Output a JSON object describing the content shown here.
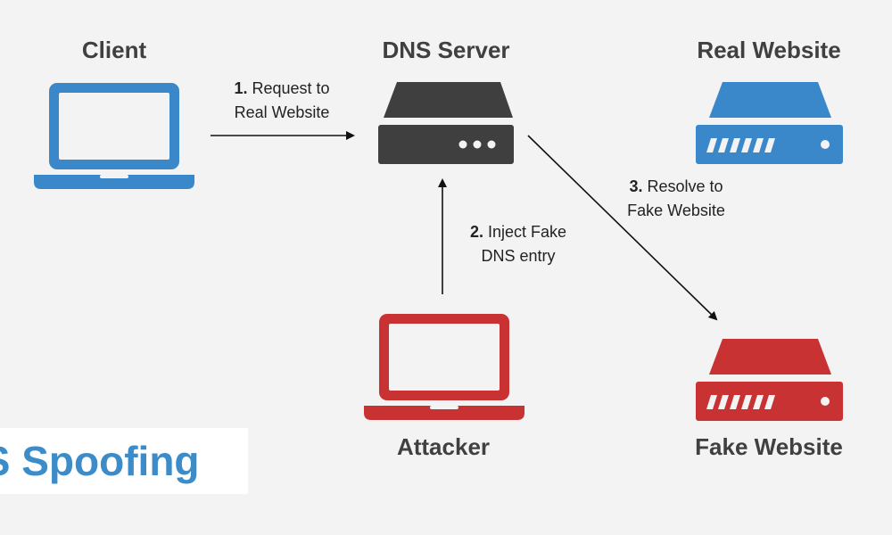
{
  "nodes": {
    "client": "Client",
    "dns_server": "DNS Server",
    "real_website": "Real Website",
    "attacker": "Attacker",
    "fake_website": "Fake Website"
  },
  "steps": {
    "s1": {
      "number": "1.",
      "line1": "Request to",
      "line2": "Real Website"
    },
    "s2": {
      "number": "2.",
      "line1": "Inject Fake",
      "line2": "DNS entry"
    },
    "s3": {
      "number": "3.",
      "line1": "Resolve to",
      "line2": "Fake Website"
    }
  },
  "title": "IS Spoofing",
  "colors": {
    "client_blue": "#3a87c9",
    "dns_dark": "#3f3f3f",
    "attacker_red": "#c93232",
    "title_blue": "#3b8cc8"
  }
}
